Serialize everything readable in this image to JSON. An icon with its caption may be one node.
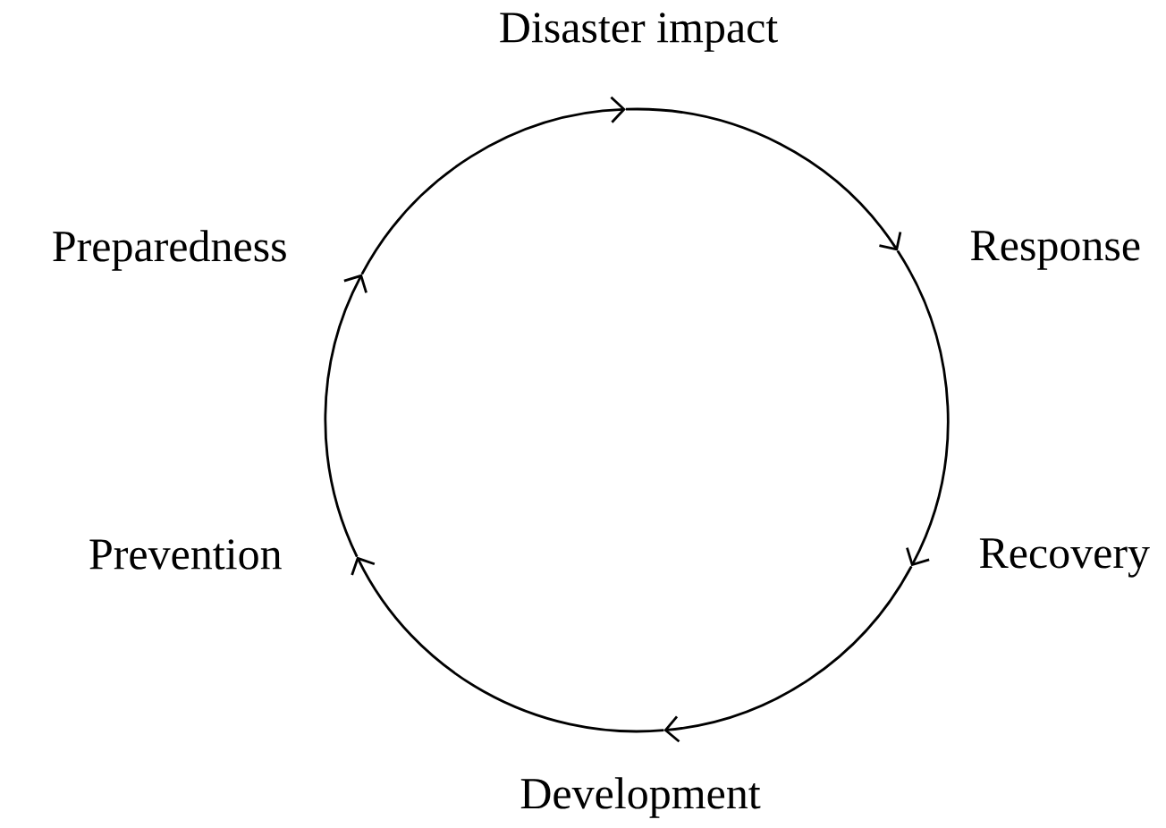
{
  "diagram": {
    "nodes": [
      {
        "text": [
          "Disaster impact"
        ]
      },
      {
        "text": [
          "Response"
        ]
      },
      {
        "text": [
          "Recovery"
        ]
      },
      {
        "text": [
          "Development"
        ]
      },
      {
        "text": [
          "Prevention"
        ]
      },
      {
        "text": [
          "Preparedness"
        ]
      }
    ],
    "edges": [
      {
        "from": 0,
        "to": 1,
        "arrow": "to"
      },
      {
        "from": 1,
        "to": 2,
        "arrow": "to"
      },
      {
        "from": 2,
        "to": 3,
        "arrow": "to"
      },
      {
        "from": 3,
        "to": 4,
        "arrow": "to"
      },
      {
        "from": 4,
        "to": 5,
        "arrow": "to"
      },
      {
        "from": 5,
        "to": 0,
        "arrow": "to"
      }
    ]
  }
}
